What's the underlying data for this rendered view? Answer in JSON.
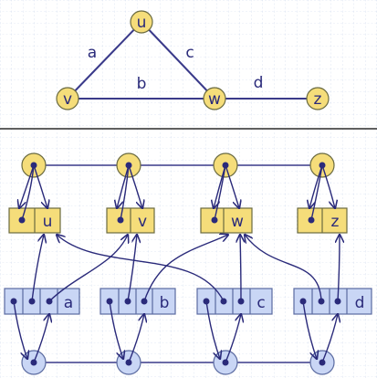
{
  "graph": {
    "vertices": [
      {
        "id": "u",
        "label": "u"
      },
      {
        "id": "v",
        "label": "v"
      },
      {
        "id": "w",
        "label": "w"
      },
      {
        "id": "z",
        "label": "z"
      }
    ],
    "edges": [
      {
        "id": "a",
        "label": "a",
        "from": "u",
        "to": "v"
      },
      {
        "id": "c",
        "label": "c",
        "from": "u",
        "to": "w"
      },
      {
        "id": "b",
        "label": "b",
        "from": "v",
        "to": "w"
      },
      {
        "id": "d",
        "label": "d",
        "from": "w",
        "to": "z"
      }
    ]
  },
  "structure": {
    "vertex_records": [
      {
        "label": "u"
      },
      {
        "label": "v"
      },
      {
        "label": "w"
      },
      {
        "label": "z"
      }
    ],
    "edge_records": [
      {
        "label": "a"
      },
      {
        "label": "b"
      },
      {
        "label": "c"
      },
      {
        "label": "d"
      }
    ]
  },
  "colors": {
    "vertex_fill": "#f5dd7a",
    "record_yellow": "#f5dd7a",
    "record_blue": "#c9d6f5",
    "edge_line": "#3a3a8a",
    "grid": "#c7d3ea",
    "divider": "#000000"
  }
}
